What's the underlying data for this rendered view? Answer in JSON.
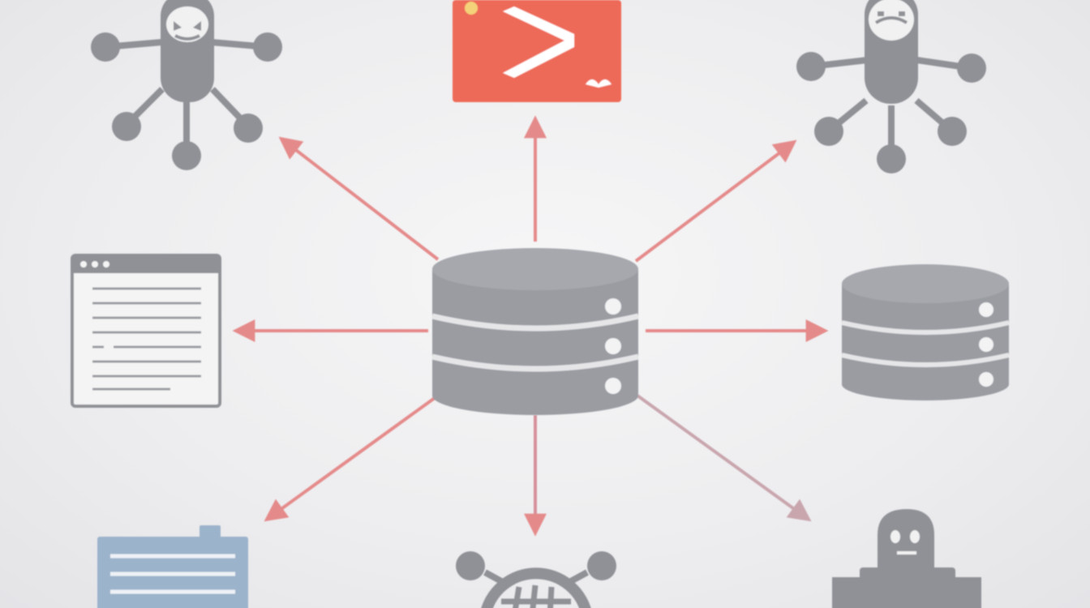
{
  "colors": {
    "background": "#eeeef0",
    "icon_gray": "#8f9196",
    "database_gray": "#9a9ca2",
    "database_band": "#e6e6e8",
    "terminal_red": "#ee6a58",
    "arrow_red": "#e58a8a",
    "arrow_muted": "#c9a6ae",
    "document_blue": "#9cb3cc"
  },
  "hub": {
    "icon": "database-icon",
    "indicator_count": 3
  },
  "nodes": [
    {
      "name": "malicious-bot-top-left",
      "icon": "evil-robot-network-icon"
    },
    {
      "name": "terminal-top-center",
      "icon": "terminal-prompt-icon"
    },
    {
      "name": "bot-top-right",
      "icon": "robot-network-icon"
    },
    {
      "name": "log-window-left",
      "icon": "browser-window-document-icon"
    },
    {
      "name": "replica-database-right",
      "icon": "database-icon"
    },
    {
      "name": "document-bottom-left",
      "icon": "file-document-icon"
    },
    {
      "name": "globe-network-bottom-center",
      "icon": "globe-network-icon"
    },
    {
      "name": "hacker-bottom-right",
      "icon": "masked-hacker-icon"
    }
  ],
  "edges": [
    {
      "from": "hub",
      "to": "malicious-bot-top-left",
      "direction": "outgoing"
    },
    {
      "from": "hub",
      "to": "terminal-top-center",
      "direction": "outgoing"
    },
    {
      "from": "hub",
      "to": "bot-top-right",
      "direction": "outgoing"
    },
    {
      "from": "hub",
      "to": "log-window-left",
      "direction": "outgoing"
    },
    {
      "from": "hub",
      "to": "replica-database-right",
      "direction": "outgoing"
    },
    {
      "from": "hub",
      "to": "document-bottom-left",
      "direction": "outgoing"
    },
    {
      "from": "hub",
      "to": "globe-network-bottom-center",
      "direction": "outgoing"
    },
    {
      "from": "hub",
      "to": "hacker-bottom-right",
      "direction": "outgoing"
    }
  ]
}
